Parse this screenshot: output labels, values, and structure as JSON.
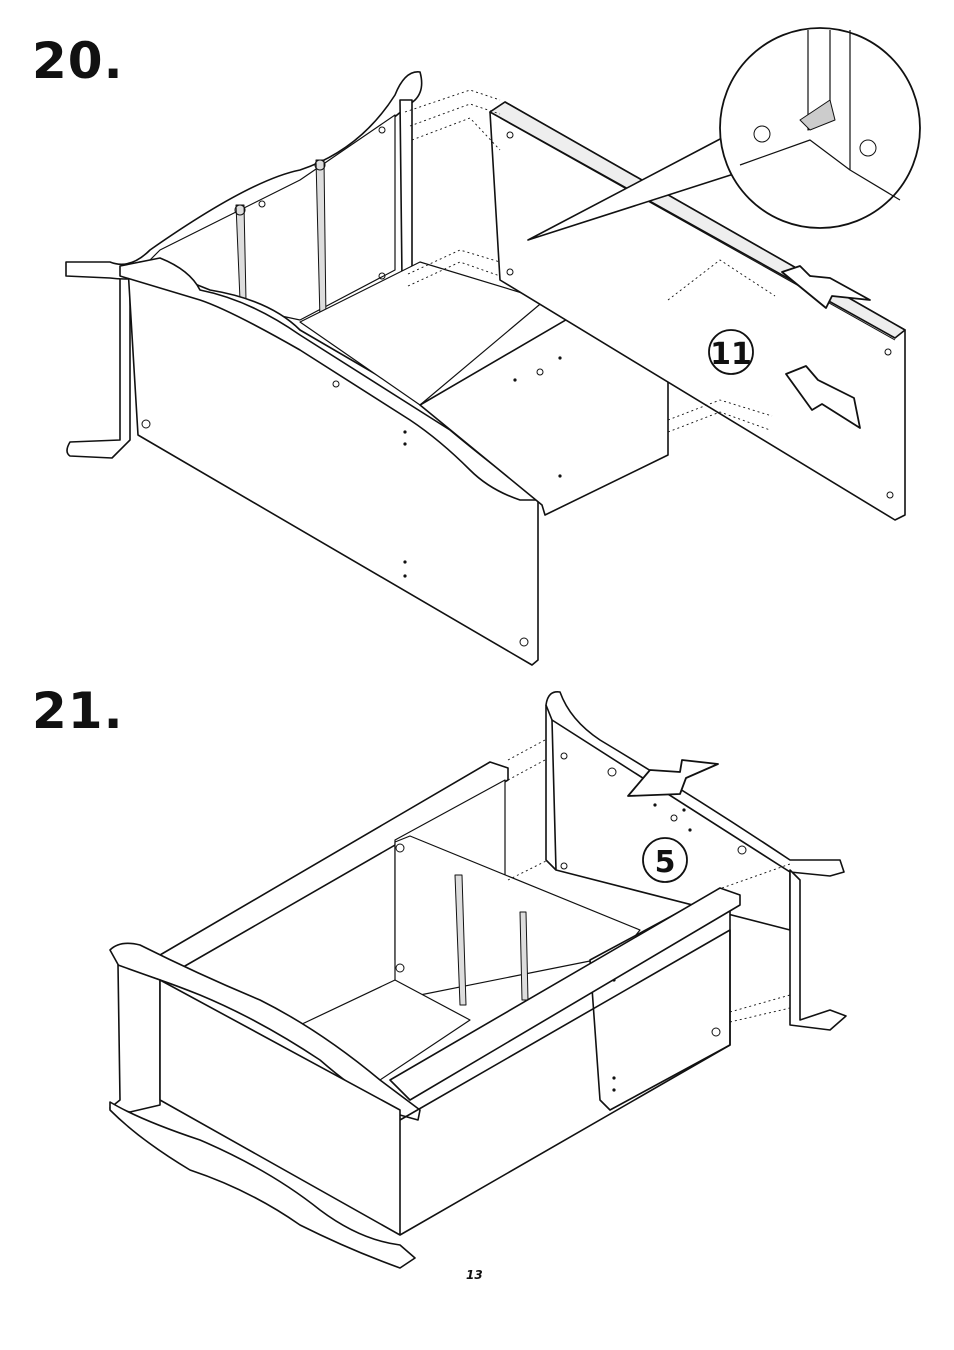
{
  "steps": [
    {
      "number": "20.",
      "part_label": "11"
    },
    {
      "number": "21.",
      "part_label": "5"
    }
  ],
  "page_number": "13"
}
